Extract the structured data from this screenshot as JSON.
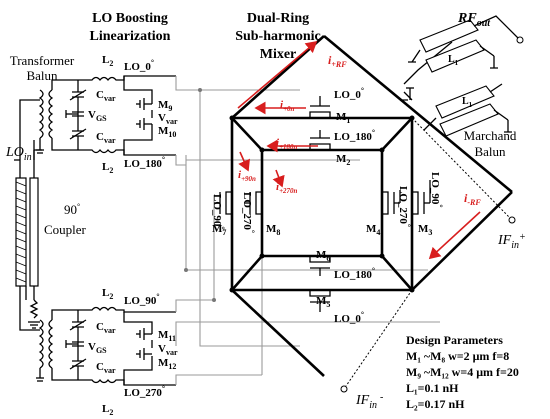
{
  "titles": {
    "lo_boosting_1": "LO Boosting",
    "lo_boosting_2": "Linearization",
    "dual_ring_1": "Dual-Ring",
    "dual_ring_2": "Sub-harmonic",
    "dual_ring_3": "Mixer"
  },
  "ports": {
    "rf_out": "RF",
    "rf_out_sub": "out",
    "lo_in": "LO",
    "lo_in_sub": "in",
    "if_plus": "IF",
    "if_plus_sub": "in",
    "if_plus_sign": "+",
    "if_minus": "IF",
    "if_minus_sub": "in",
    "if_minus_sign": "-"
  },
  "labels": {
    "transformer_1": "Transformer",
    "transformer_2": "Balun",
    "coupler_1": "90",
    "coupler_2": "Coupler",
    "marchand_1": "Marchand",
    "marchand_2": "Balun",
    "l1": "L",
    "l1_sub": "1",
    "l2": "L",
    "l2_sub": "2",
    "cvar": "C",
    "cvar_sub": "var",
    "vgs": "V",
    "vgs_sub": "GS",
    "vvar": "V",
    "vvar_sub": "var"
  },
  "top_bias": {
    "lo_0": "LO_0",
    "lo_180": "LO_180",
    "m9": "M",
    "m9_sub": "9",
    "m10": "M",
    "m10_sub": "10"
  },
  "bottom_bias": {
    "lo_90": "LO_90",
    "lo_270": "LO_270",
    "m11": "M",
    "m11_sub": "11",
    "m12": "M",
    "m12_sub": "12"
  },
  "ring": {
    "m1": "1",
    "m2": "2",
    "m3": "3",
    "m4": "4",
    "m5": "5",
    "m6": "6",
    "m7": "7",
    "m8": "8",
    "m": "M",
    "lo_0_top": "LO_0",
    "lo_180_top": "LO_180",
    "lo_90_left": "LO_90",
    "lo_270_left": "LO_270",
    "lo_270_right": "LO_270",
    "lo_90_right": "LO_90",
    "lo_180_bottom": "LO_180",
    "lo_0_bottom": "LO_0"
  },
  "currents": {
    "i_rf_plus": "i",
    "i_rf_plus_sub": "+RF",
    "i_0n": "i",
    "i_0n_sub": "+0n",
    "i_180n": "i",
    "i_180n_sub": "+180n",
    "i_90n": "i",
    "i_90n_sub": "+90n",
    "i_270n": "i",
    "i_270n_sub": "+270n",
    "i_rf_minus": "i",
    "i_rf_minus_sub": "-RF"
  },
  "design": {
    "title": "Design Parameters",
    "line1": "M₁ ~M₈ w=2 μm f=8",
    "line2": "M₉ ~M₁₂ w=4 μm f=20",
    "line3": "L₁=0.1 nH",
    "line4": "L₂=0.17 nH"
  },
  "colors": {
    "current_arrows": "#d81e1e",
    "bias_wires": "#9a9a9a",
    "circuit": "#000000"
  }
}
